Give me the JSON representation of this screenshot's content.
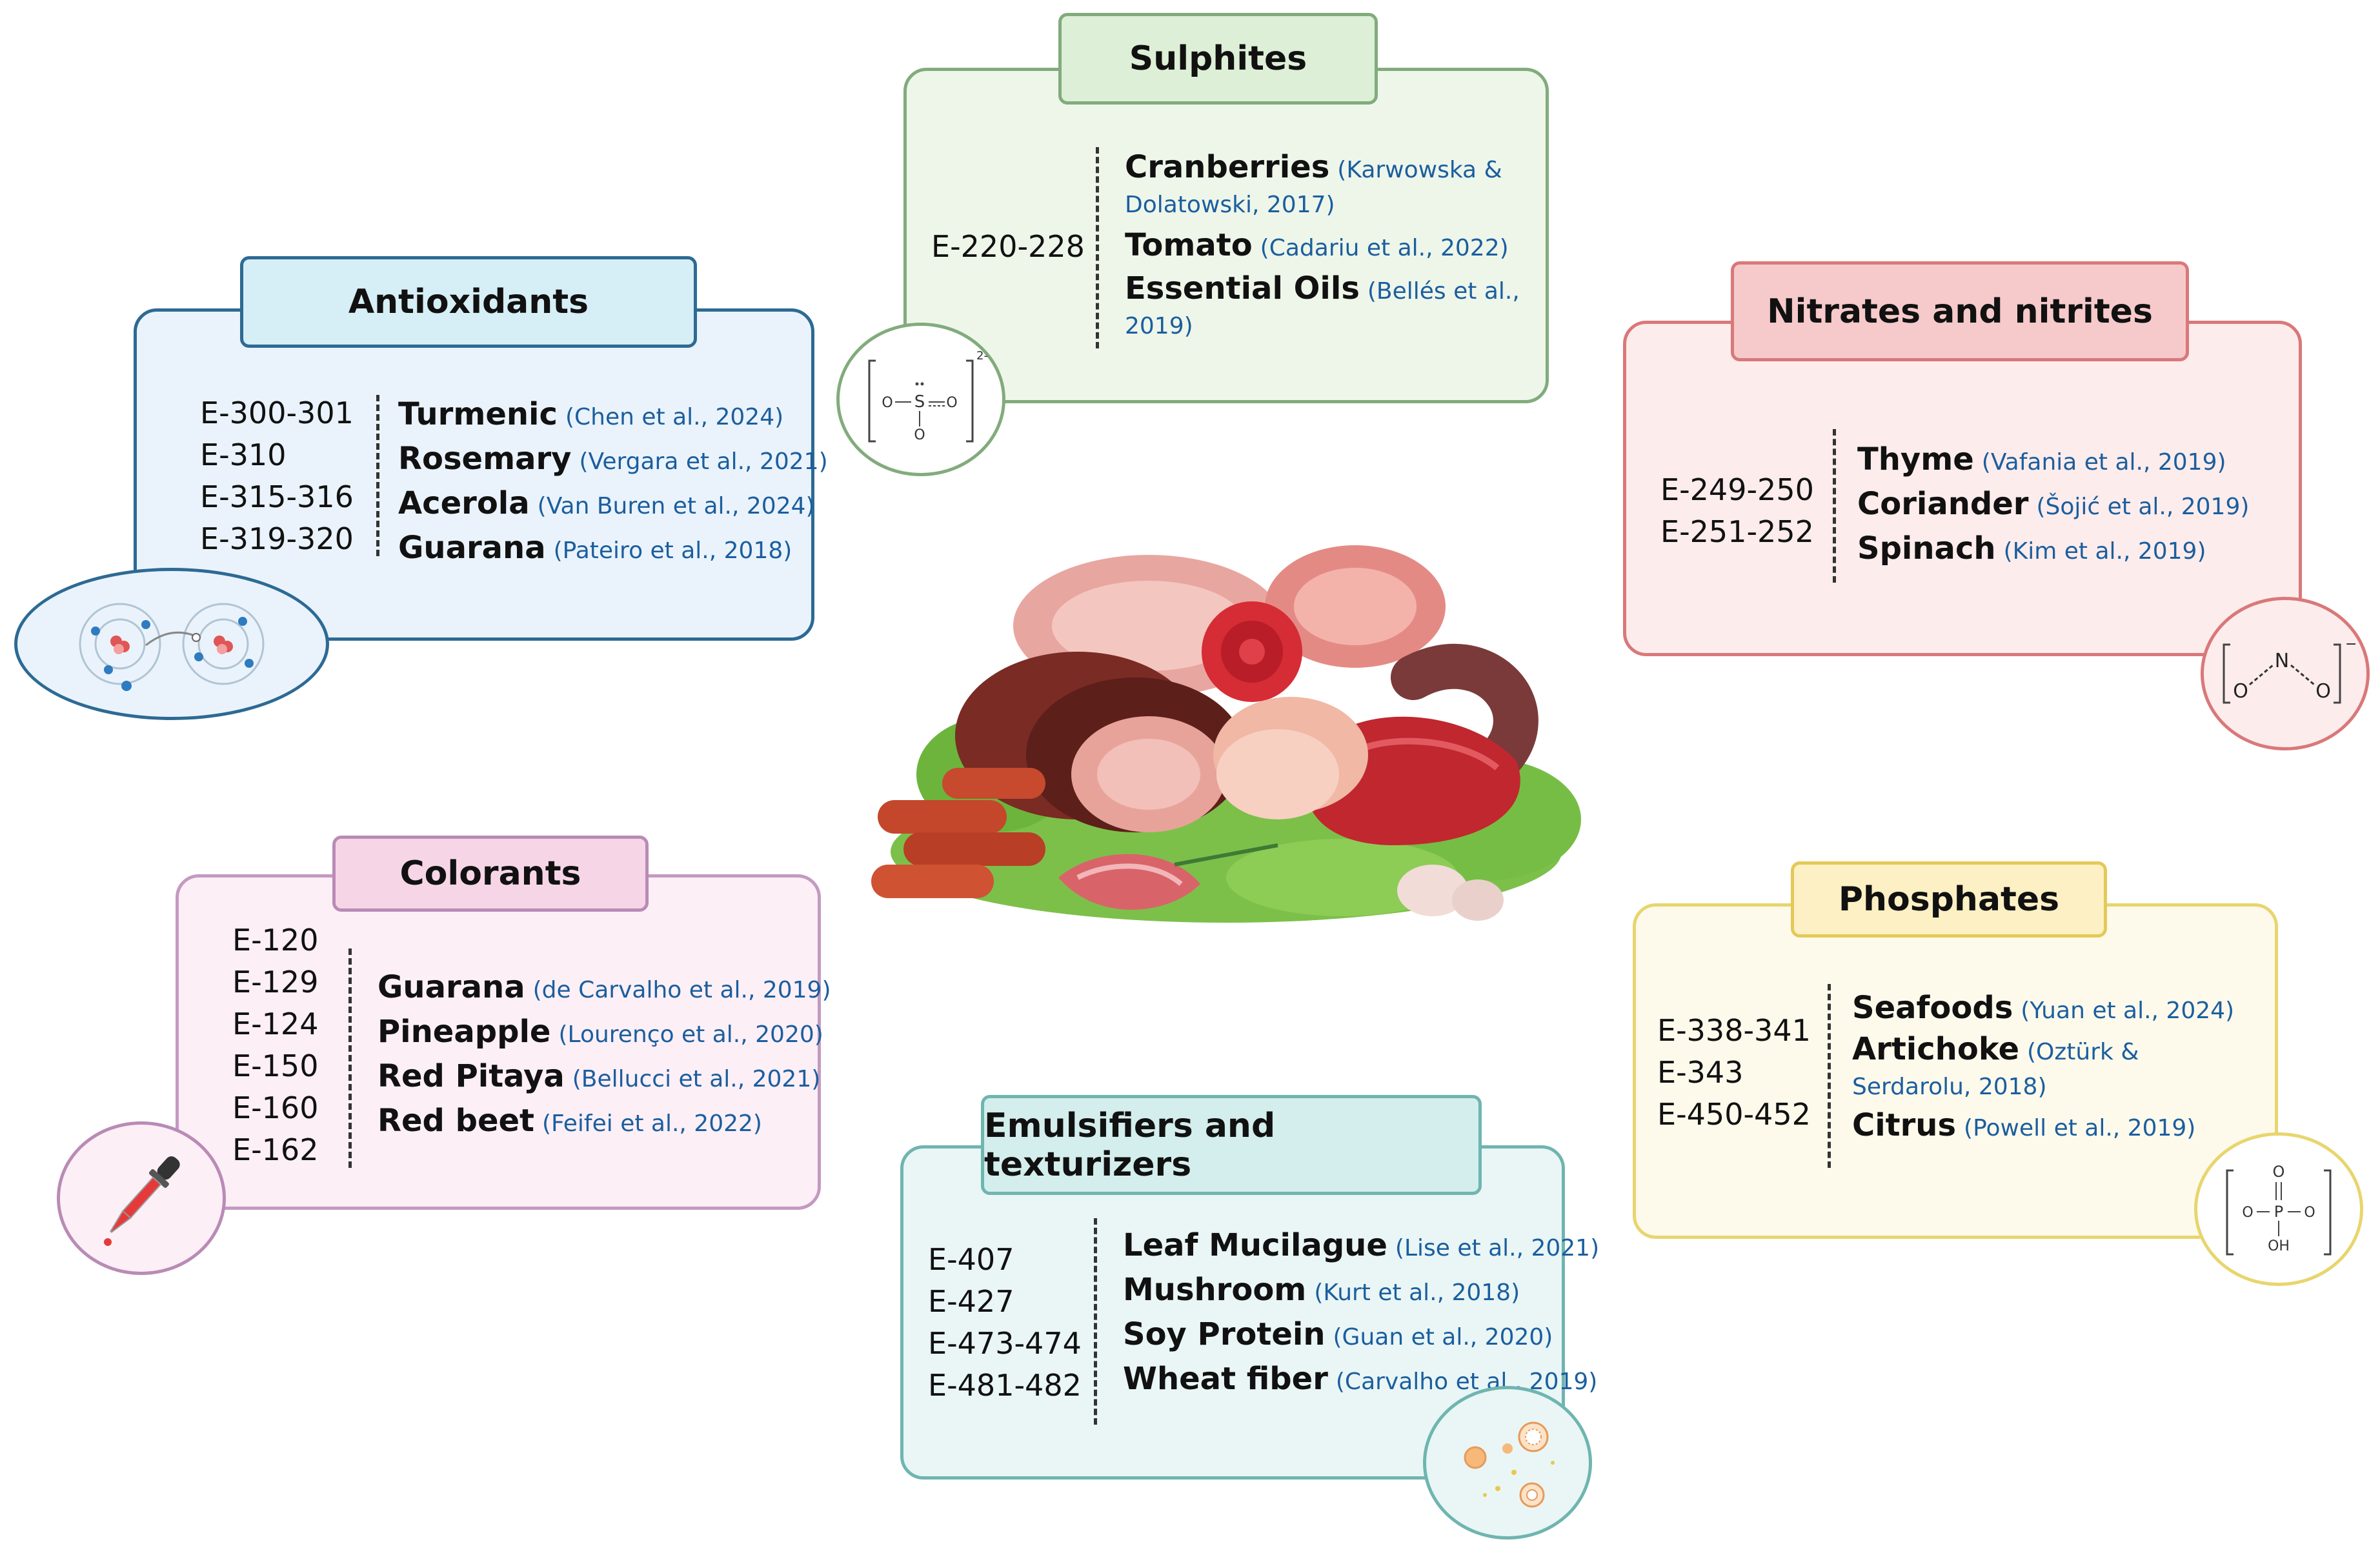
{
  "antioxidants": {
    "title": "Antioxidants",
    "codes": [
      "E-300-301",
      "E-310",
      "E-315-316",
      "E-319-320"
    ],
    "items": [
      {
        "name": "Turmenic",
        "ref": "(Chen et al., 2024)"
      },
      {
        "name": "Rosemary",
        "ref": "(Vergara et al., 2021)"
      },
      {
        "name": "Acerola",
        "ref": "(Van Buren et al., 2024)"
      },
      {
        "name": "Guarana",
        "ref": "(Pateiro et al., 2018)"
      }
    ],
    "icon": "atom-electron-transfer-icon",
    "color": "#1f5f8b"
  },
  "sulphites": {
    "title": "Sulphites",
    "codes": [
      "E-220-228"
    ],
    "items": [
      {
        "name": "Cranberries",
        "ref": "(Karwowska & Dolatowski, 2017)"
      },
      {
        "name": "Tomato",
        "ref": "(Cadariu et al., 2022)"
      },
      {
        "name": "Essential Oils",
        "ref": "(Bellés et al., 2019)"
      }
    ],
    "icon": "sulphite-ion-structure-icon",
    "formula": {
      "atom_s": "S",
      "atom_o": "O",
      "charge": "2-"
    },
    "color": "#7fa97a"
  },
  "nitrates": {
    "title": "Nitrates and nitrites",
    "codes": [
      "E-249-250",
      "E-251-252"
    ],
    "items": [
      {
        "name": "Thyme",
        "ref": "(Vafania et al., 2019)"
      },
      {
        "name": "Coriander",
        "ref": "(Šojić et al., 2019)"
      },
      {
        "name": "Spinach",
        "ref": "(Kim et al., 2019)"
      }
    ],
    "icon": "nitrite-ion-structure-icon",
    "formula": {
      "atom_n": "N",
      "atom_o": "O",
      "charge": "−"
    },
    "color": "#d9787a"
  },
  "colorants": {
    "title": "Colorants",
    "codes": [
      "E-120",
      "E-129",
      "E-124",
      "E-150",
      "E-160",
      "E-162"
    ],
    "items": [
      {
        "name": "Guarana",
        "ref": "(de Carvalho et al., 2019)"
      },
      {
        "name": "Pineapple",
        "ref": "(Lourenço et al., 2020)"
      },
      {
        "name": "Red Pitaya",
        "ref": "(Bellucci et al., 2021)"
      },
      {
        "name": "Red beet",
        "ref": "(Feifei et al., 2022)"
      }
    ],
    "icon": "dropper-icon",
    "color": "#b98bb5"
  },
  "phosphates": {
    "title": "Phosphates",
    "codes": [
      "E-338-341",
      "E-343",
      "E-450-452"
    ],
    "items": [
      {
        "name": "Seafoods",
        "ref": "(Yuan et al., 2024)"
      },
      {
        "name": "Artichoke",
        "ref": "(Oztürk & Serdarolu, 2018)"
      },
      {
        "name": "Citrus",
        "ref": "(Powell et al., 2019)"
      }
    ],
    "icon": "phosphate-ion-structure-icon",
    "formula": {
      "atom_p": "P",
      "atom_o": "O",
      "hydroxyl": "OH"
    },
    "color": "#e6cc5c"
  },
  "emulsifiers": {
    "title": "Emulsifiers and texturizers",
    "codes": [
      "E-407",
      "E-427",
      "E-473-474",
      "E-481-482"
    ],
    "items": [
      {
        "name": "Leaf Mucilague",
        "ref": "(Lise et al., 2021)"
      },
      {
        "name": "Mushroom",
        "ref": "(Kurt et al., 2018)"
      },
      {
        "name": "Soy Protein",
        "ref": "(Guan et al., 2020)"
      },
      {
        "name": "Wheat fiber",
        "ref": "(Carvalho et al., 2019)"
      }
    ],
    "icon": "emulsion-droplets-icon",
    "color": "#6fb5b0"
  },
  "center_image": "meat-products-illustration"
}
